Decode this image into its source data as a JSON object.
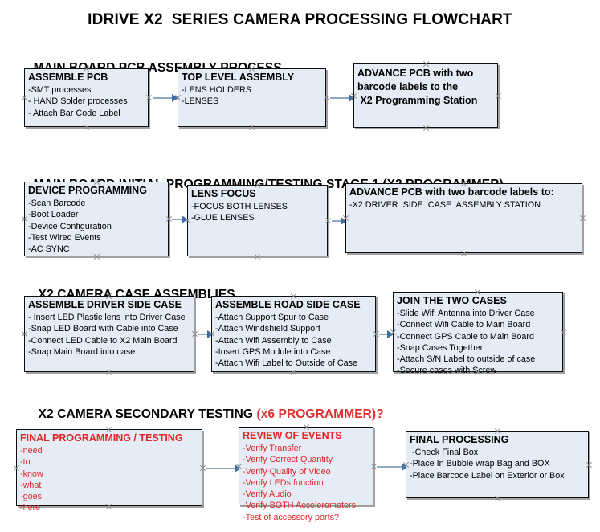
{
  "title": "IDRIVE X2  SERIES CAMERA PROCESSING FLOWCHART",
  "colors": {
    "box_fill": "#e6ecf6",
    "box_border": "#0d0d0d",
    "accent_red": "#e02626",
    "connector": "#8fa9c4",
    "arrowhead": "#3b6ea8"
  },
  "sections": [
    {
      "heading": "MAIN BOARD PCB ASSEMBLY PROCESS",
      "heading_accent": "",
      "nodes": [
        {
          "title": "ASSEMBLE PCB",
          "items": [
            "-SMT processes",
            "- HAND Solder processes",
            "- Attach Bar Code Label"
          ]
        },
        {
          "title": "TOP LEVEL ASSEMBLY",
          "items": [
            "-LENS HOLDERS",
            "-LENSES"
          ]
        },
        {
          "lines": [
            "ADVANCE PCB with two",
            "barcode labels to the",
            " X2 Programming Station"
          ]
        }
      ]
    },
    {
      "heading": "MAIN BOARD INITIAL PROGRAMMING/TESTING STAGE 1 (X2 PROGRAMMER)",
      "heading_accent": "",
      "nodes": [
        {
          "title": "DEVICE PROGRAMMING",
          "items": [
            "-Scan Barcode",
            "-Boot Loader",
            "-Device Configuration",
            "-Test Wired Events",
            "-AC SYNC"
          ]
        },
        {
          "title": "LENS FOCUS",
          "items": [
            "-FOCUS BOTH LENSES",
            "-GLUE LENSES"
          ]
        },
        {
          "title": "ADVANCE PCB with two barcode labels to:",
          "items": [
            "-X2 DRIVER  SIDE  CASE  ASSEMBLY STATION"
          ]
        }
      ]
    },
    {
      "heading": "X2 CAMERA CASE ASSEMBLIES",
      "heading_accent": "",
      "nodes": [
        {
          "title": "ASSEMBLE DRIVER SIDE CASE",
          "items": [
            "- Insert LED Plastic lens into Driver Case",
            "-Snap LED Board with Cable into Case",
            "-Connect LED Cable to X2 Main Board",
            "-Snap Main Board into case"
          ]
        },
        {
          "title": "ASSEMBLE ROAD SIDE CASE",
          "items": [
            "-Attach Support Spur to Case",
            "-Attach Windshield Support",
            "-Attach Wifi Assembly to Case",
            "-Insert GPS Module into Case",
            "-Attach Wifi Label to Outside of Case"
          ]
        },
        {
          "title": "JOIN THE TWO CASES",
          "items": [
            "-Slide Wifi Antenna into Driver Case",
            "-Connect Wifi Cable to Main Board",
            "-Connect GPS Cable to Main Board",
            "-Snap Cases Together",
            "-Attach S/N Label to outside of case",
            "-Secure cases with Screw"
          ]
        }
      ]
    },
    {
      "heading": "X2 CAMERA SECONDARY TESTING ",
      "heading_accent": "(x6 PROGRAMMER)?",
      "nodes": [
        {
          "title": "FINAL PROGRAMMING / TESTING",
          "red": true,
          "items": [
            "-need",
            "-to",
            "-know",
            "-what",
            "-goes",
            "-here"
          ]
        },
        {
          "title": "REVIEW OF EVENTS",
          "red": true,
          "items": [
            "-Verify Transfer",
            "-Verify Correct Quantity",
            "-Verify Quality of Video",
            "-Verify LEDs function",
            "-Verify Audio",
            "-Verify BOTH Accelerometers",
            "-Test of accessory ports?"
          ]
        },
        {
          "title": "FINAL PROCESSING",
          "items": [
            " -Check Final Box",
            "-Place In Bubble wrap Bag and BOX",
            "-Place Barcode Label on Exterior or Box"
          ]
        }
      ]
    }
  ]
}
